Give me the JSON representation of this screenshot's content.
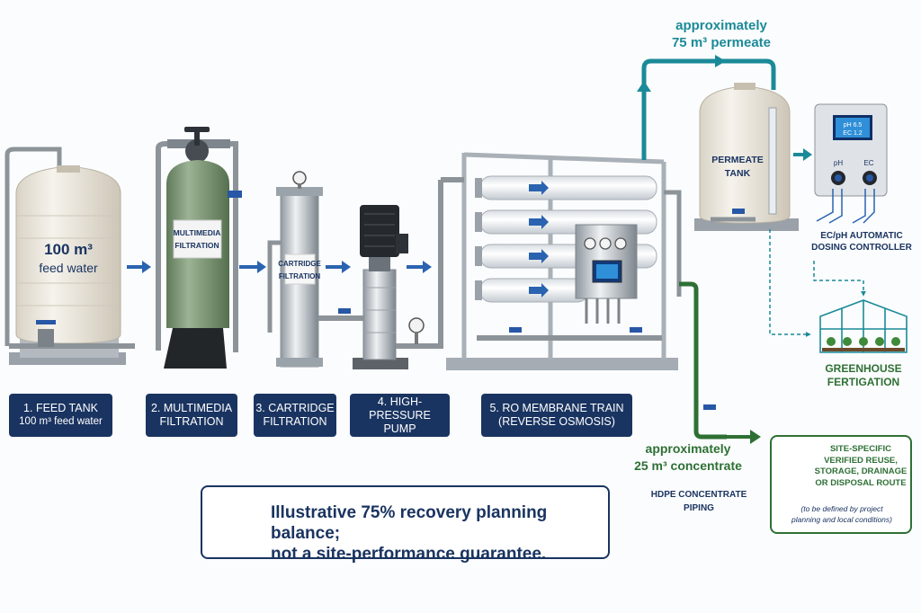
{
  "flow": {
    "permeate_top": "approximately",
    "permeate_bottom": "75 m³ permeate",
    "concentrate_top": "approximately",
    "concentrate_bottom": "25 m³ concentrate",
    "hdpe_line1": "HDPE CONCENTRATE",
    "hdpe_line2": "PIPING"
  },
  "equipment": {
    "feed_tank_line1": "100 m³",
    "feed_tank_line2": "feed water",
    "multimedia_line1": "MULTIMEDIA",
    "multimedia_line2": "FILTRATION",
    "cartridge_line1": "CARTRIDGE",
    "cartridge_line2": "FILTRATION",
    "permeate_tank_line1": "PERMEATE",
    "permeate_tank_line2": "TANK",
    "controller_display": [
      "pH  6.5",
      "EC  1.2"
    ],
    "controller_ph": "pH",
    "controller_ec": "EC"
  },
  "stages": [
    {
      "line1": "1. FEED TANK",
      "line2": "100 m³ feed water"
    },
    {
      "line1": "2. MULTIMEDIA",
      "line2": "FILTRATION"
    },
    {
      "line1": "3. CARTRIDGE",
      "line2": "FILTRATION"
    },
    {
      "line1": "4. HIGH-PRESSURE",
      "line2": "PUMP"
    },
    {
      "line1": "5. RO MEMBRANE TRAIN",
      "line2": "(REVERSE OSMOSIS)"
    }
  ],
  "controller_label": {
    "line1": "EC/pH AUTOMATIC",
    "line2": "DOSING CONTROLLER"
  },
  "greenhouse_label": {
    "line1": "GREENHOUSE",
    "line2": "FERTIGATION"
  },
  "disposal": {
    "line1": "SITE-SPECIFIC",
    "line2": "VERIFIED REUSE,",
    "line3": "STORAGE, DRAINAGE",
    "line4": "OR DISPOSAL ROUTE",
    "note1": "(to be defined by project",
    "note2": "planning and local conditions)"
  },
  "disclaimer": {
    "line1": "Illustrative 75% recovery planning balance;",
    "line2": "not a site-performance guarantee."
  },
  "colors": {
    "navy": "#1a3461",
    "teal": "#1b8a98",
    "green": "#2e7034",
    "arrow_blue": "#2a63b0",
    "fiberglass": "#7d9776",
    "tank_cream": "#ece7dc"
  }
}
